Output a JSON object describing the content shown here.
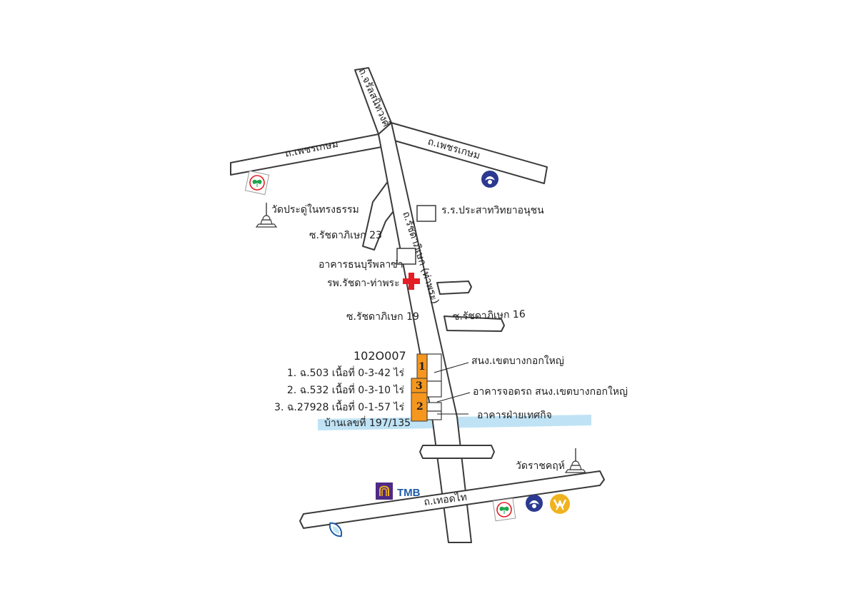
{
  "roads": {
    "jaran": "ถ.จรัลสนิทวงศ์",
    "phetkasem_left": "ถ.เพชรเกษม",
    "phetkasem_right": "ถ.เพชรเกษม",
    "ratchadaphisek": "ถ.รัชดาภิเษก (ท่าพระ)",
    "soi_23": "ซ.รัชดาภิเษก 23",
    "soi_19": "ซ.รัชดาภิเษก 19",
    "soi_16": "ซ.รัชดาภิเษก 16",
    "therdthai": "ถ.เทอดไท"
  },
  "landmarks": {
    "wat_pradu": "วัดประดู่ในทรงธรรม",
    "school": "ร.ร.ประสาทวิทยาอนุชน",
    "thonburi_plaza": "อาคารธนบุรีพลาซ่า",
    "hospital": "รพ.รัชดา-ท่าพระ",
    "district_office": "สนง.เขตบางกอกใหญ่",
    "parking": "อาคารจอดรถ สนง.เขตบางกอกใหญ่",
    "festival_building": "อาคารฝ่ายเทศกิจ",
    "wat_ratchakrue": "วัดราชคฤห์",
    "tmb": "TMB"
  },
  "property": {
    "code": "102O007",
    "deeds": [
      "1. ฉ.503 เนื้อที่ 0-3-42 ไร่",
      "2. ฉ.532 เนื้อที่ 0-3-10 ไร่",
      "3. ฉ.27928 เนื้อที่ 0-1-57 ไร่"
    ],
    "house_no": "บ้านเลขที่ 197/135",
    "plot_numbers": [
      "1",
      "3",
      "2"
    ]
  },
  "colors": {
    "plot": "#f5961e",
    "canal": "#bfe3f5",
    "kbank": "#1aa64b",
    "red_cross": "#e31e24",
    "scb": "#4e2a84",
    "krungsri": "#f0b21e",
    "bangkok_bank": "#2b3990",
    "krungthai": "#1e5aa8"
  },
  "icons": [
    "kbank-icon",
    "bangkok-bank-icon",
    "pagoda-icon",
    "hospital-cross-icon",
    "scb-icon",
    "krungsri-icon",
    "krungthai-icon"
  ]
}
